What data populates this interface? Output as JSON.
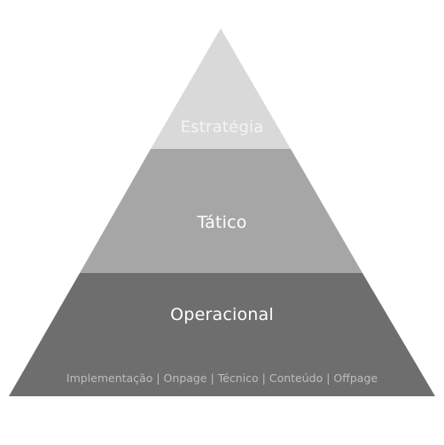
{
  "diagram": {
    "type": "pyramid",
    "tiers": [
      {
        "label": "Estratégia",
        "color": "#d9d9d9"
      },
      {
        "label": "Tático",
        "color": "#a6a6a6"
      },
      {
        "label": "Operacional",
        "color": "#6e6e6e"
      }
    ],
    "bottom_detail": "Implementação | Onpage | Técnico | Conteúdo | Offpage"
  }
}
